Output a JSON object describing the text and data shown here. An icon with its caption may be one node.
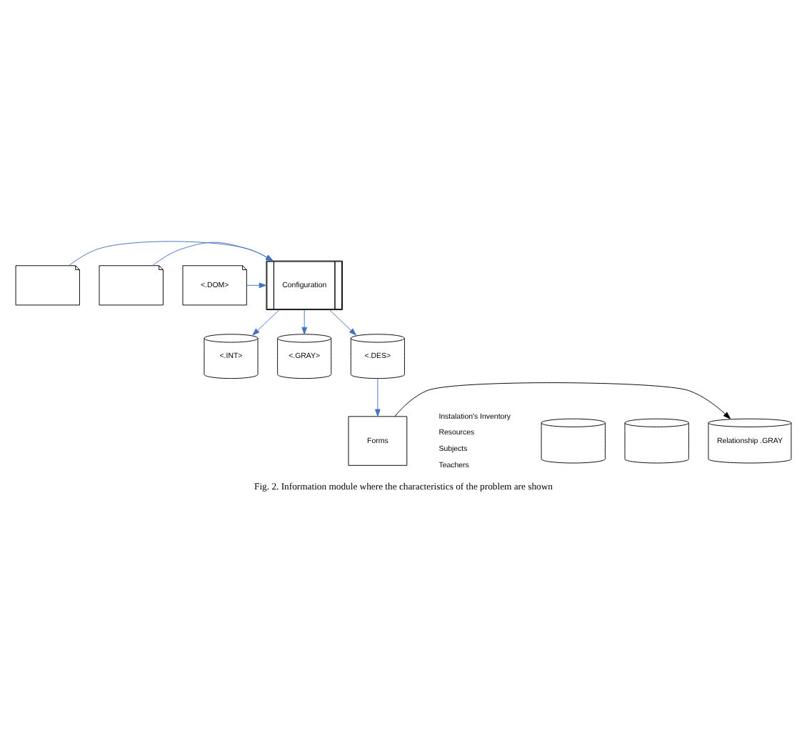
{
  "diagram": {
    "caption": "Fig. 2. Information module where the characteristics of the problem are shown",
    "nodes": [
      {
        "text": [],
        "shape": "document"
      },
      {
        "text": [],
        "shape": "document"
      },
      {
        "text": [
          "<.DOM>"
        ]
      },
      {
        "text": [
          "Configuration"
        ]
      },
      {
        "text": [
          "<.INT>"
        ]
      },
      {
        "text": [
          "<.GRAY>"
        ]
      },
      {
        "text": [
          "<.DES>"
        ]
      },
      {
        "text": [
          "Forms"
        ]
      },
      {
        "text": [],
        "shape": "cylinder"
      },
      {
        "text": [],
        "shape": "cylinder"
      },
      {
        "text": [
          "Relationship .GRAY"
        ]
      }
    ],
    "edges": [
      {
        "from": 0,
        "to": 3,
        "arrow": "to"
      },
      {
        "from": 1,
        "to": 3,
        "arrow": "to"
      },
      {
        "from": 2,
        "to": 3,
        "arrow": "to"
      },
      {
        "from": 3,
        "to": 4,
        "arrow": "to"
      },
      {
        "from": 3,
        "to": 5,
        "arrow": "to"
      },
      {
        "from": 3,
        "to": 6,
        "arrow": "to"
      },
      {
        "from": 6,
        "to": 7,
        "arrow": "to"
      },
      {
        "from": 7,
        "to": 10,
        "arrow": "to",
        "color": "#000000"
      }
    ],
    "labels": [
      "Instalation's Inventory",
      "Resources",
      "Subjects",
      "Teachers"
    ]
  }
}
